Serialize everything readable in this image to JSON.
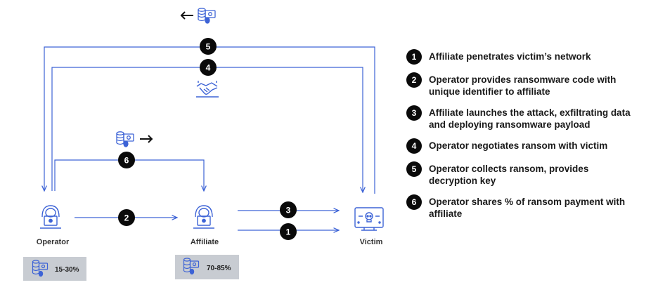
{
  "colors": {
    "line": "#3d63d6",
    "badge": "#0a0a0a",
    "share_box": "#c8ccd2",
    "icon": "#3d63d6"
  },
  "nodes": {
    "operator": {
      "label": "Operator",
      "icon": "hacker-icon",
      "share": "15-30%"
    },
    "affiliate": {
      "label": "Affiliate",
      "icon": "hacker-icon",
      "share": "70-85%"
    },
    "victim": {
      "label": "Victim",
      "icon": "infected-monitor-icon"
    }
  },
  "badges": [
    "5",
    "4",
    "6",
    "2",
    "3",
    "1"
  ],
  "icons": {
    "top_payment": "money-bug-icon",
    "handshake": "handshake-icon",
    "share_payment": "money-bug-icon"
  },
  "legend": [
    {
      "num": "1",
      "text": "Affiliate penetrates victim’s network"
    },
    {
      "num": "2",
      "text": "Operator provides ransomware code with unique identifier to affiliate"
    },
    {
      "num": "3",
      "text": "Affiliate launches the attack, exfiltrating data and deploying ransomware payload"
    },
    {
      "num": "4",
      "text": "Operator negotiates ransom with victim"
    },
    {
      "num": "5",
      "text": "Operator collects ransom, provides decryption key"
    },
    {
      "num": "6",
      "text": "Operator shares % of ransom payment with affiliate"
    }
  ]
}
